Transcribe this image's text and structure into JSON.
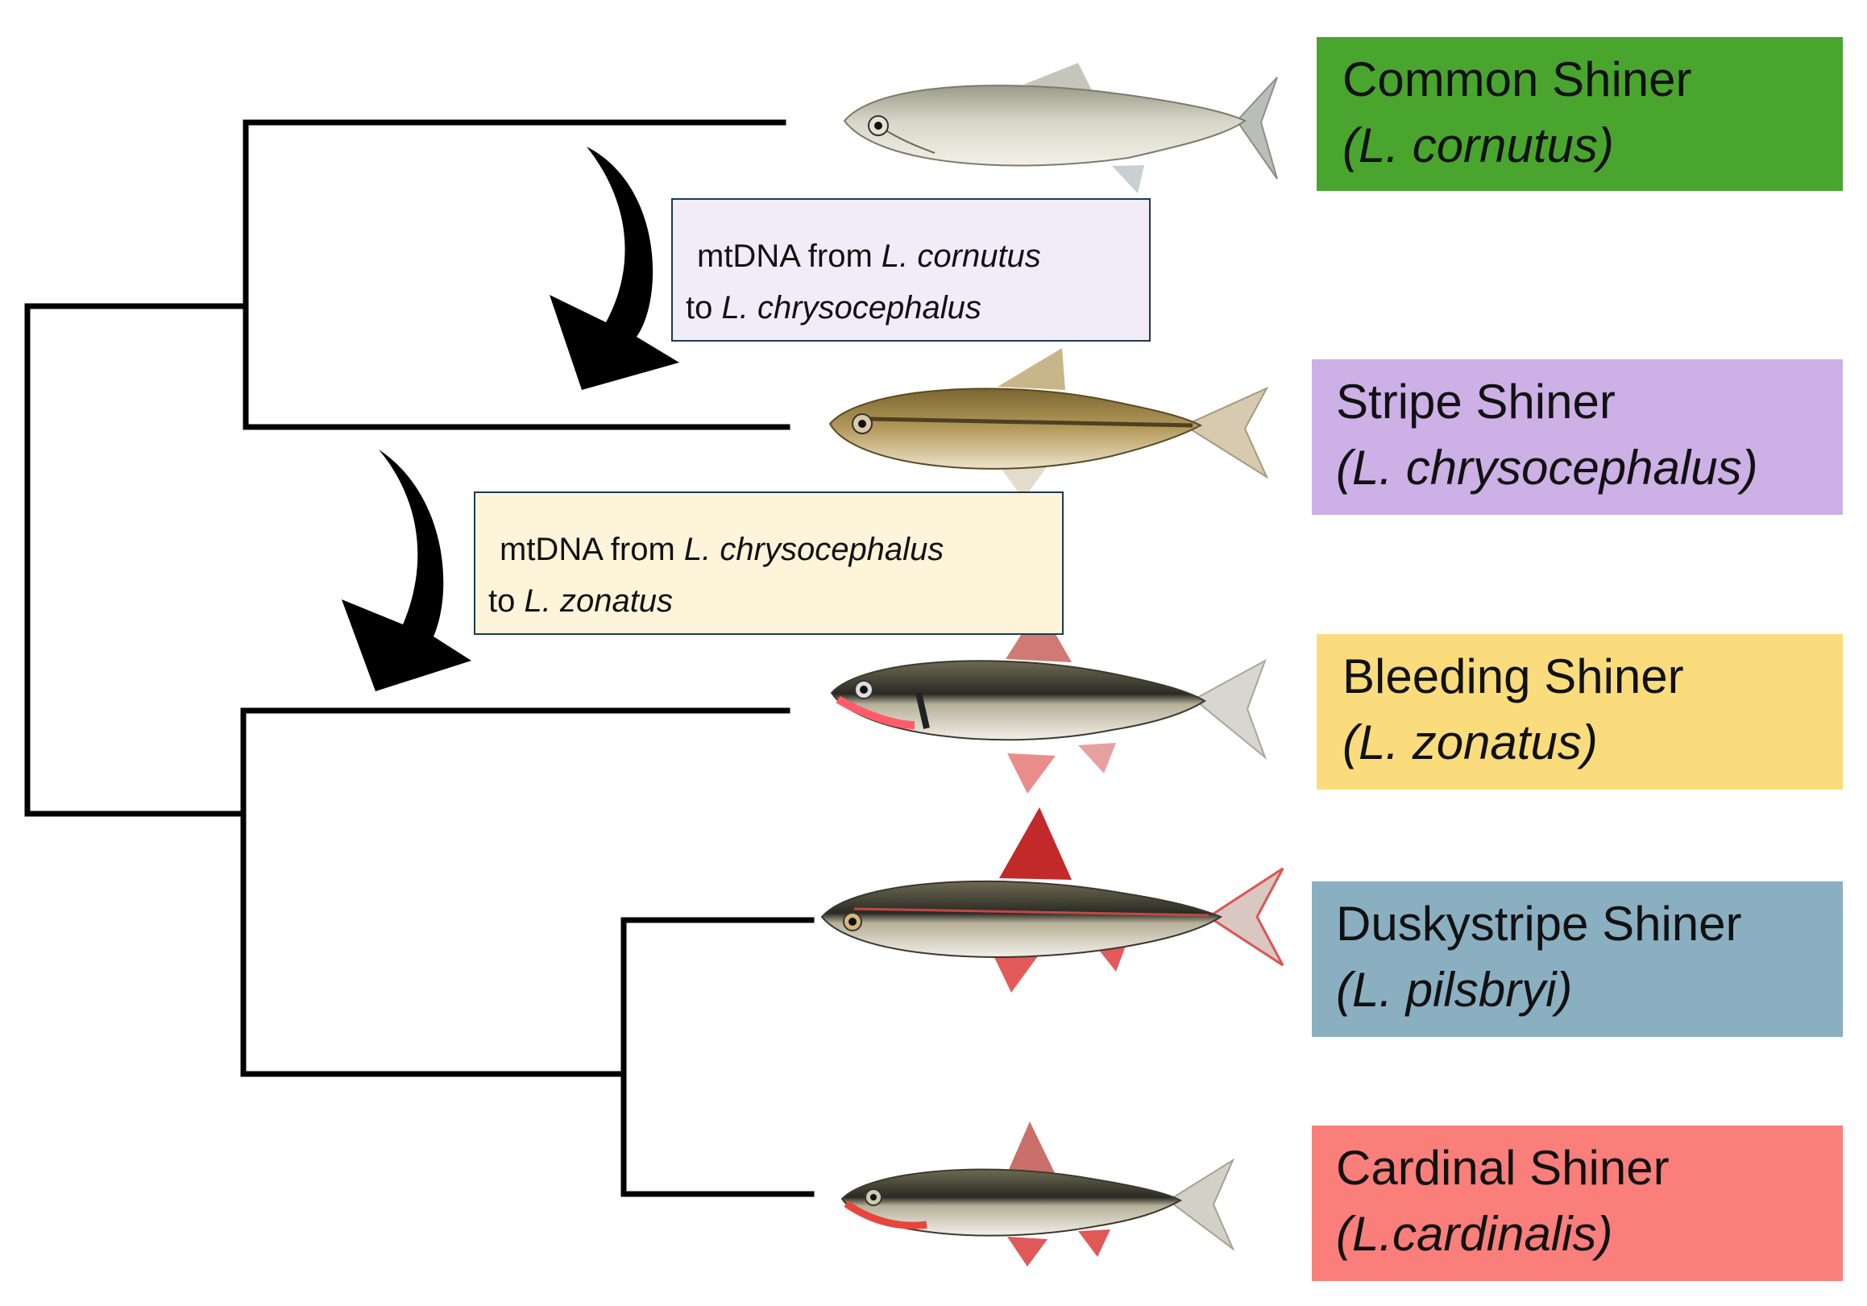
{
  "species": [
    {
      "common": "Common Shiner",
      "scientific": "(L. cornutus)",
      "color": "#4aa52e"
    },
    {
      "common": "Stripe Shiner",
      "scientific": "(L. chrysocephalus)",
      "color": "#ccb0e6"
    },
    {
      "common": "Bleeding Shiner",
      "scientific": "(L. zonatus)",
      "color": "#fbdc7d"
    },
    {
      "common": "Duskystripe Shiner",
      "scientific": "(L. pilsbryi)",
      "color": "#8aafc0"
    },
    {
      "common": "Cardinal Shiner",
      "scientific": "(L.cardinalis)",
      "color": "#fa7e7a"
    }
  ],
  "introgression": [
    {
      "prefix": "mtDNA from ",
      "from": "L. cornutus",
      "to_prefix": "to ",
      "to": "L. chrysocephalus",
      "fill": "#f2ecf8"
    },
    {
      "prefix": "mtDNA from ",
      "from": "L. chrysocephalus",
      "to_prefix": "to ",
      "to": "L. zonatus",
      "fill": "#fdf4da"
    }
  ],
  "colors": {
    "tree_line": "#000000",
    "note_border": "#1f3a4d"
  }
}
